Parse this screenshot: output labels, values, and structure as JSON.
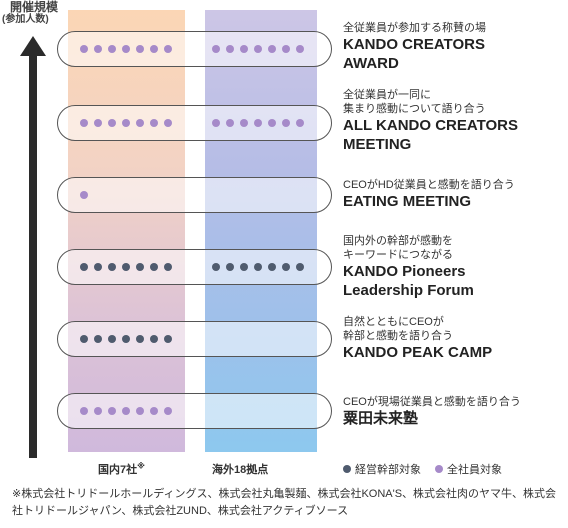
{
  "axis": {
    "title": "開催規模",
    "subtitle": "(参加人数)"
  },
  "columns": {
    "domestic": "国内7社",
    "domestic_mark": "※",
    "overseas": "海外18拠点"
  },
  "legend": {
    "management": "経営幹部対象",
    "all": "全社員対象"
  },
  "colors": {
    "all_employees": "#a68ac9",
    "management": "#4f5b6e"
  },
  "events": [
    {
      "sub": [
        "全従業員が参加する称賛の場"
      ],
      "name": [
        "KANDO CREATORS",
        "AWARD"
      ],
      "domestic": {
        "type": "all",
        "count": 7
      },
      "overseas": {
        "type": "all",
        "count": 7
      }
    },
    {
      "sub": [
        "全従業員が一同に",
        "集まり感動について語り合う"
      ],
      "name": [
        "ALL KANDO CREATORS",
        "MEETING"
      ],
      "domestic": {
        "type": "all",
        "count": 7
      },
      "overseas": {
        "type": "all",
        "count": 7
      }
    },
    {
      "sub": [
        "CEOがHD従業員と感動を語り合う"
      ],
      "name": [
        "EATING MEETING"
      ],
      "domestic": {
        "type": "all",
        "count": 1
      },
      "overseas": {
        "type": "all",
        "count": 0
      }
    },
    {
      "sub": [
        "国内外の幹部が感動を",
        "キーワードにつながる"
      ],
      "name": [
        "KANDO Pioneers",
        "Leadership Forum"
      ],
      "domestic": {
        "type": "mgmt",
        "count": 7
      },
      "overseas": {
        "type": "mgmt",
        "count": 7
      }
    },
    {
      "sub": [
        "自然とともにCEOが",
        "幹部と感動を語り合う"
      ],
      "name": [
        "KANDO PEAK CAMP"
      ],
      "domestic": {
        "type": "mgmt",
        "count": 7
      },
      "overseas": {
        "type": "mgmt",
        "count": 0
      }
    },
    {
      "sub": [
        "CEOが現場従業員と感動を語り合う"
      ],
      "name": [
        "粟田未来塾"
      ],
      "domestic": {
        "type": "all",
        "count": 7
      },
      "overseas": {
        "type": "all",
        "count": 0
      }
    }
  ],
  "footnote": "※株式会社トリドールホールディングス、株式会社丸亀製麺、株式会社KONA'S、株式会社肉のヤマ牛、株式会社トリドールジャパン、株式会社ZUND、株式会社アクティブソース"
}
